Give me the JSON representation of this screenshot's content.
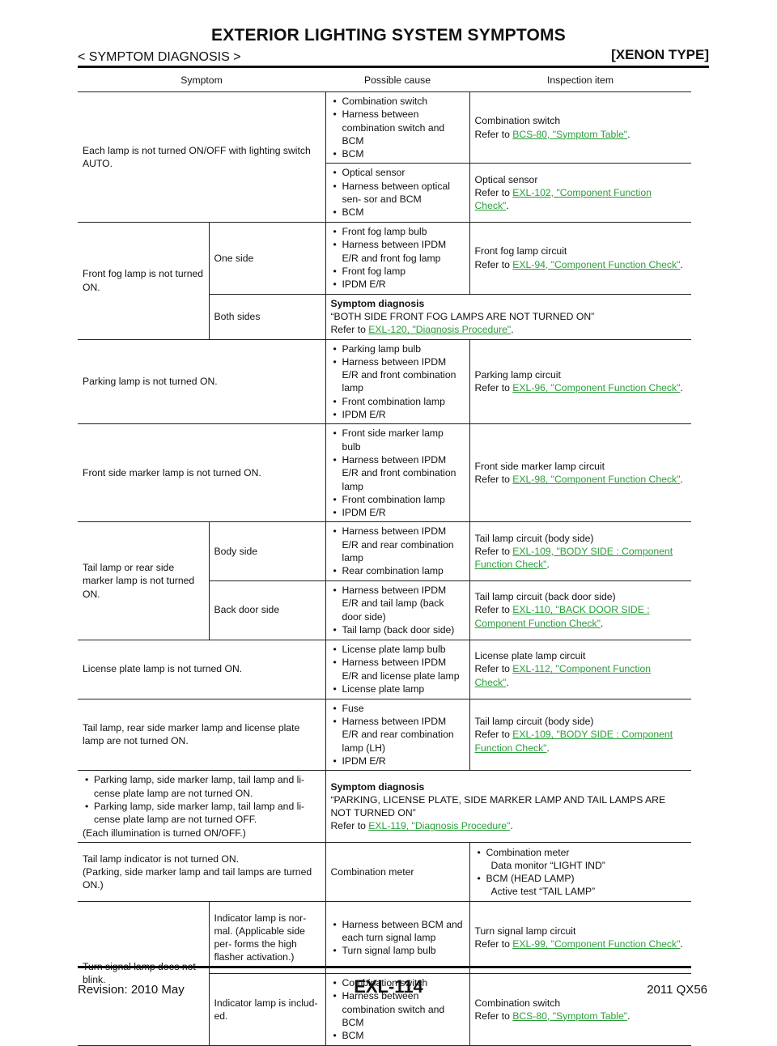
{
  "header": {
    "title": "EXTERIOR LIGHTING SYSTEM SYMPTOMS",
    "breadcrumb": "< SYMPTOM DIAGNOSIS >",
    "variant": "[XENON TYPE]"
  },
  "table": {
    "headers": {
      "symptom": "Symptom",
      "cause": "Possible cause",
      "inspection": "Inspection item"
    },
    "r1": {
      "symptom": "Each lamp is not turned ON/OFF with lighting switch AUTO.",
      "a": {
        "causes": [
          "Combination switch",
          "Harness between combination switch and BCM",
          "BCM"
        ],
        "insp": "Combination switch",
        "ref_pre": "Refer to ",
        "ref": "BCS-80, \"Symptom Table\"",
        "ref_post": "."
      },
      "b": {
        "causes": [
          "Optical sensor",
          "Harness between optical sen- sor and BCM",
          "BCM"
        ],
        "insp": "Optical sensor",
        "ref_pre": "Refer to ",
        "ref": "EXL-102, \"Component Function Check\"",
        "ref_post": "."
      }
    },
    "r2": {
      "symptom": "Front fog lamp is not turned ON.",
      "a": {
        "sub": "One side",
        "causes": [
          "Front fog lamp bulb",
          "Harness between IPDM E/R and front fog lamp",
          "Front fog lamp",
          "IPDM E/R"
        ],
        "insp": "Front fog lamp circuit",
        "ref_pre": "Refer to ",
        "ref": "EXL-94, \"Component Function Check\"",
        "ref_post": "."
      },
      "b": {
        "sub": "Both sides",
        "diag": "Symptom diagnosis",
        "text": "“BOTH SIDE FRONT FOG LAMPS ARE NOT TURNED ON”",
        "ref_pre": "Refer to ",
        "ref": "EXL-120, \"Diagnosis Procedure\"",
        "ref_post": "."
      }
    },
    "r3": {
      "symptom": "Parking lamp is not turned ON.",
      "causes": [
        "Parking lamp bulb",
        "Harness between IPDM E/R and front combination lamp",
        "Front combination lamp",
        "IPDM E/R"
      ],
      "insp": "Parking lamp circuit",
      "ref_pre": "Refer to ",
      "ref": "EXL-96, \"Component Function Check\"",
      "ref_post": "."
    },
    "r4": {
      "symptom": "Front side marker lamp is not turned ON.",
      "causes": [
        "Front side marker lamp bulb",
        "Harness between IPDM E/R and front combination lamp",
        "Front combination lamp",
        "IPDM E/R"
      ],
      "insp": "Front side marker lamp circuit",
      "ref_pre": "Refer to ",
      "ref": "EXL-98, \"Component Function Check\"",
      "ref_post": "."
    },
    "r5": {
      "symptom": "Tail lamp or rear side marker lamp is not turned ON.",
      "a": {
        "sub": "Body side",
        "causes": [
          "Harness between IPDM E/R and rear combination lamp",
          "Rear combination lamp"
        ],
        "insp": "Tail lamp circuit (body side)",
        "ref_pre": "Refer to ",
        "ref": "EXL-109, \"BODY SIDE : Component Function Check\"",
        "ref_post": "."
      },
      "b": {
        "sub": "Back door side",
        "causes": [
          "Harness between IPDM E/R and tail lamp (back door side)",
          "Tail lamp (back door side)"
        ],
        "insp": "Tail lamp circuit (back door side)",
        "ref_pre": "Refer to ",
        "ref": "EXL-110, \"BACK DOOR SIDE : Component Function Check\"",
        "ref_post": "."
      }
    },
    "r6": {
      "symptom": "License plate lamp is not turned ON.",
      "causes": [
        "License plate lamp bulb",
        "Harness between IPDM E/R and license plate lamp",
        "License plate lamp"
      ],
      "insp": "License plate lamp circuit",
      "ref_pre": "Refer to ",
      "ref": "EXL-112, \"Component Function Check\"",
      "ref_post": "."
    },
    "r7": {
      "symptom": "Tail lamp, rear side marker lamp and license plate lamp are not turned ON.",
      "causes": [
        "Fuse",
        "Harness between IPDM E/R and rear combination lamp (LH)",
        "IPDM E/R"
      ],
      "insp": "Tail lamp circuit (body side)",
      "ref_pre": "Refer to ",
      "ref": "EXL-109, \"BODY SIDE : Component Function Check\"",
      "ref_post": "."
    },
    "r8": {
      "symptoms": [
        "Parking lamp, side marker lamp, tail lamp and li- cense plate lamp are not turned ON.",
        "Parking lamp, side marker lamp, tail lamp and li- cense plate lamp are not turned OFF."
      ],
      "note": "(Each illumination is turned ON/OFF.)",
      "diag": "Symptom diagnosis",
      "text": "“PARKING, LICENSE PLATE, SIDE MARKER LAMP AND TAIL LAMPS ARE NOT TURNED ON”",
      "ref_pre": "Refer to ",
      "ref": "EXL-119, \"Diagnosis Procedure\"",
      "ref_post": "."
    },
    "r9": {
      "symptom": "Tail lamp indicator is not turned ON.",
      "symptom2": "(Parking, side marker lamp and tail lamps are turned ON.)",
      "cause": "Combination meter",
      "insp": [
        {
          "t": "Combination meter",
          "s": "Data monitor “LIGHT IND”"
        },
        {
          "t": "BCM (HEAD LAMP)",
          "s": "Active test “TAIL LAMP”"
        }
      ]
    },
    "r10": {
      "symptom": "Turn signal lamp does not blink.",
      "a": {
        "sub": "Indicator lamp is nor- mal. (Applicable side per- forms the high flasher activation.)",
        "causes": [
          "Harness between BCM and each turn signal lamp",
          "Turn signal lamp bulb"
        ],
        "insp": "Turn signal lamp circuit",
        "ref_pre": "Refer to ",
        "ref": "EXL-99, \"Component Function Check\"",
        "ref_post": "."
      },
      "b": {
        "sub": "Indicator lamp is includ- ed.",
        "causes": [
          "Combination switch",
          "Harness between combination switch and BCM",
          "BCM"
        ],
        "insp": "Combination switch",
        "ref_pre": "Refer to ",
        "ref": "BCS-80, \"Symptom Table\"",
        "ref_post": "."
      }
    }
  },
  "footer": {
    "page": "EXL-114",
    "revision": "Revision: 2010 May",
    "model": "2011 QX56"
  }
}
